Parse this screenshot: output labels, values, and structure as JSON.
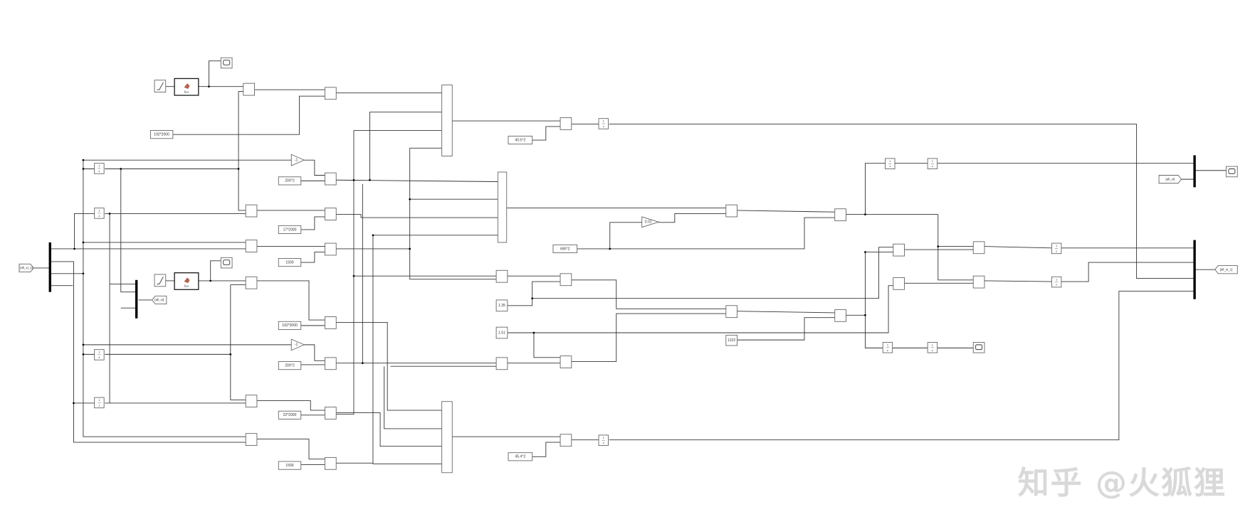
{
  "diagram": {
    "from_tags": {
      "input_bus": "[all_xi_1]",
      "state_mux": "[all_xi]",
      "output_bus": "[all_xi_1]"
    },
    "fcn_label": "fcn",
    "unit_delay": {
      "num": "1",
      "den": "z"
    },
    "constants": {
      "c1": "192*2000",
      "c2": "200^2",
      "c3": "17*2000",
      "c4": "1500",
      "c5": "192*2000",
      "c6": "200^2",
      "c7": "22*2000",
      "c8": "1500",
      "c9": "40.5^2",
      "c10": "45.4^2",
      "c11": "690^2",
      "c12": "1.35",
      "c13": "1.51",
      "c14": "1222"
    },
    "gains": {
      "g1": "-1",
      "g2": "-1",
      "g3": "0.01"
    }
  },
  "watermark": "知乎 @火狐狸",
  "colors": {
    "wire": "#333333",
    "block_border": "#666666",
    "fcn_icon": "#b5634b"
  }
}
